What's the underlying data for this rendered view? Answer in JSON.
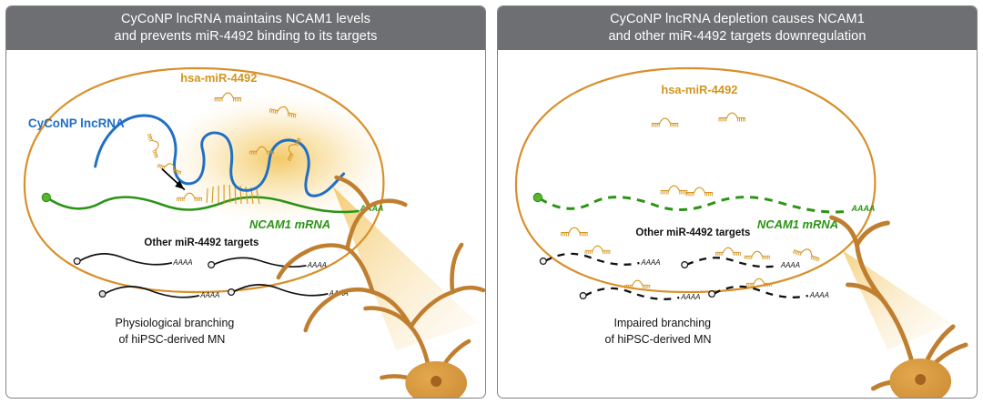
{
  "figure": {
    "type": "two-panel-schematic",
    "panels": [
      {
        "id": "left",
        "header": "CyCoNP lncRNA maintains NCAM1 levels\nand prevents miR-4492 binding to its targets",
        "header_line1": "CyCoNP lncRNA maintains NCAM1 levels",
        "header_line2": "and prevents miR-4492 binding to its targets",
        "labels": {
          "mirna": "hsa-miR-4492",
          "lncrna": "CyCoNP lncRNA",
          "ncam1": "NCAM1 mRNA",
          "other_targets": "Other miR-4492 targets",
          "polya": "AAAA"
        },
        "caption_line1": "Physiological branching",
        "caption_line2": "of hiPSC-derived MN",
        "neuron": "highly-branched",
        "ncam1_state": "intact-solid-line",
        "other_targets_state": "intact-solid-lines",
        "other_target_count": 4,
        "free_mirna_count": 5
      },
      {
        "id": "right",
        "header": "CyCoNP lncRNA depletion causes NCAM1\nand other miR-4492 targets downregulation",
        "header_line1": "CyCoNP lncRNA depletion causes NCAM1",
        "header_line2": "and other miR-4492 targets downregulation",
        "labels": {
          "mirna": "hsa-miR-4492",
          "ncam1": "NCAM1 mRNA",
          "other_targets": "Other miR-4492 targets",
          "polya": "AAAA"
        },
        "caption_line1": "Impaired branching",
        "caption_line2": "of hiPSC-derived MN",
        "neuron": "sparsely-branched",
        "ncam1_state": "degraded-dashed-line",
        "other_targets_state": "degraded-dashed-lines",
        "other_target_count": 4,
        "free_mirna_count": 6
      }
    ],
    "colors": {
      "header_bg": "#6e6f72",
      "header_text": "#ffffff",
      "panel_border": "#808287",
      "membrane": "#d98f2b",
      "lncrna_blue": "#1f6fc4",
      "ncam1_green": "#2a9415",
      "mirna_orange": "#d3951f",
      "neuron_brown": "#c07f30",
      "glow_yellow": "#f6d37a",
      "other_target_black": "#111111",
      "page_bg": "#ffffff"
    }
  }
}
